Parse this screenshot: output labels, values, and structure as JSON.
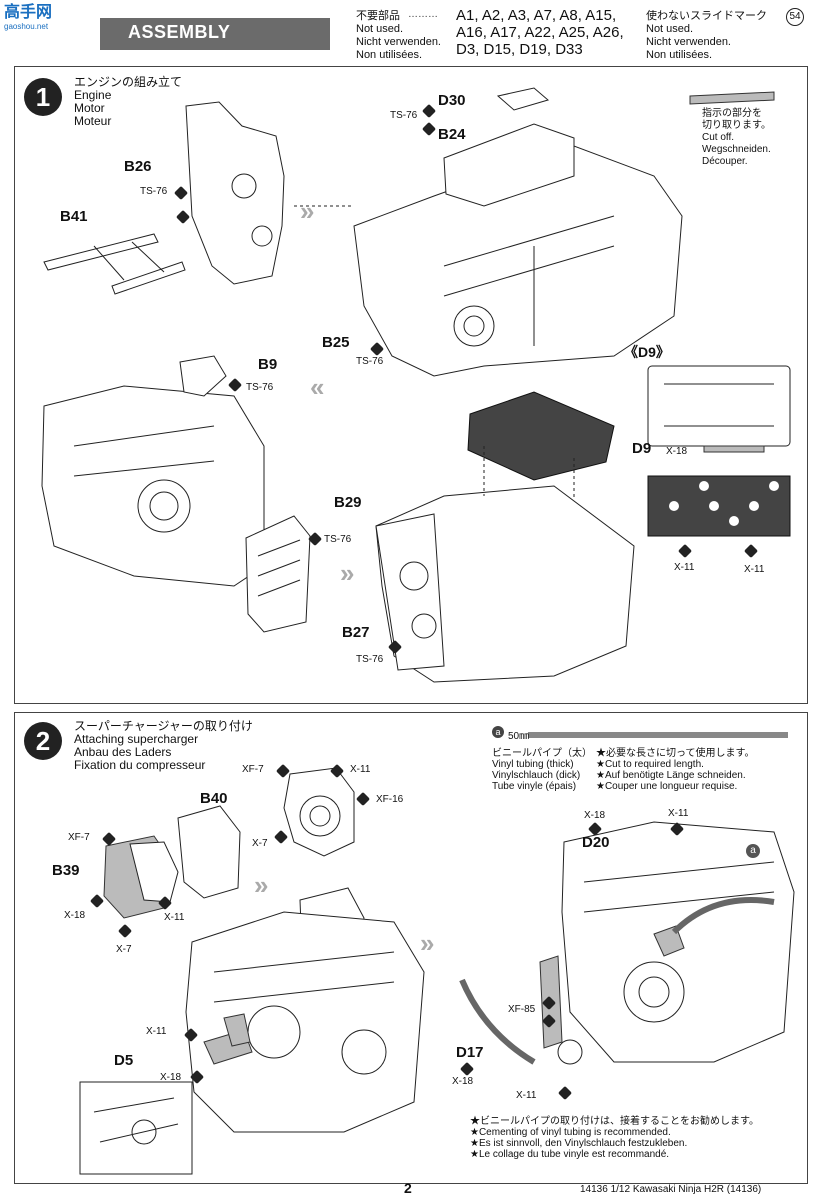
{
  "header": {
    "logo_text": "高手网",
    "logo_sub": "gaoshou.net",
    "title": "ASSEMBLY",
    "not_used_labels": [
      "不要部品",
      "Not used.",
      "Nicht verwenden.",
      "Non utilisées."
    ],
    "not_used_parts": [
      "A1, A2, A3, A7, A8, A15,",
      "A16, A17, A22, A25, A26,",
      "D3, D15, D19, D33"
    ],
    "sticker_labels": [
      "使わないスライドマーク",
      "Not used.",
      "Nicht verwenden.",
      "Non utilisées."
    ],
    "sticker_num": "54"
  },
  "step1": {
    "number": "1",
    "titles": [
      "エンジンの組み立て",
      "Engine",
      "Motor",
      "Moteur"
    ],
    "parts": {
      "b26": "B26",
      "b41": "B41",
      "d30": "D30",
      "b24": "B24",
      "b25": "B25",
      "b9": "B9",
      "b29": "B29",
      "d9": "D9",
      "d9_inset": "《D9》",
      "b27": "B27"
    },
    "screw": "TS-76",
    "x18": "X-18",
    "x11": "X-11",
    "cut_note": [
      "指示の部分を",
      "切り取ります。",
      "Cut off.",
      "Wegschneiden.",
      "Découper."
    ]
  },
  "step2": {
    "number": "2",
    "titles": [
      "スーパーチャージャーの取り付け",
      "Attaching supercharger",
      "Anbau des Laders",
      "Fixation du compresseur"
    ],
    "parts": {
      "b40": "B40",
      "b39": "B39",
      "d5": "D5",
      "d20": "D20",
      "d17": "D17"
    },
    "screws": {
      "xf7": "XF-7",
      "x11": "X-11",
      "xf16": "XF-16",
      "x7": "X-7",
      "x18": "X-18",
      "xf85": "XF-85"
    },
    "tube_marker": "a",
    "tube_length": "50㎜",
    "tube_names": [
      "ビニールパイプ（太）",
      "Vinyl tubing (thick)",
      "Vinylschlauch (dick)",
      "Tube vinyle (épais)"
    ],
    "tube_instructions": [
      "★必要な長さに切って使用します。",
      "★Cut to required length.",
      "★Auf benötigte Länge schneiden.",
      "★Couper une longueur requise."
    ],
    "cement_notes": [
      "★ビニールパイプの取り付けは、接着することをお勧めします。",
      "★Cementing of vinyl tubing is recommended.",
      "★Es ist sinnvoll, den Vinylschlauch festzukleben.",
      "★Le collage du tube vinyle est recommandé."
    ]
  },
  "footer": {
    "page_number": "2",
    "product": "14136  1/12 Kawasaki Ninja H2R (14136)"
  }
}
